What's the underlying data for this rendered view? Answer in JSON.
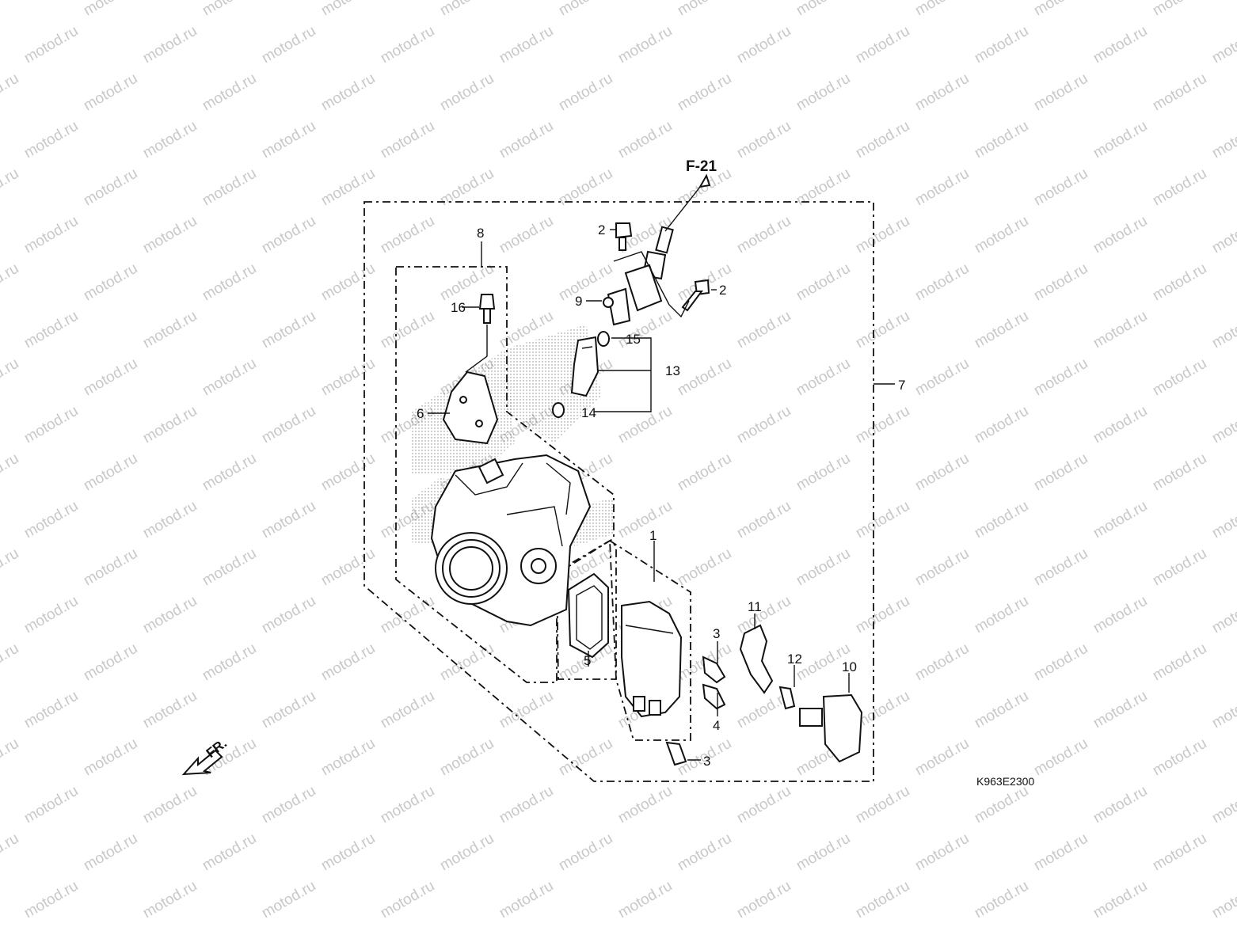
{
  "watermark": "motod.ru",
  "reference_label": "F-21",
  "diagram_code": "K963E2300",
  "front_label": "FR.",
  "callouts": [
    "1",
    "2",
    "2",
    "3",
    "3",
    "4",
    "5",
    "6",
    "7",
    "8",
    "9",
    "10",
    "11",
    "12",
    "13",
    "14",
    "15",
    "16"
  ]
}
